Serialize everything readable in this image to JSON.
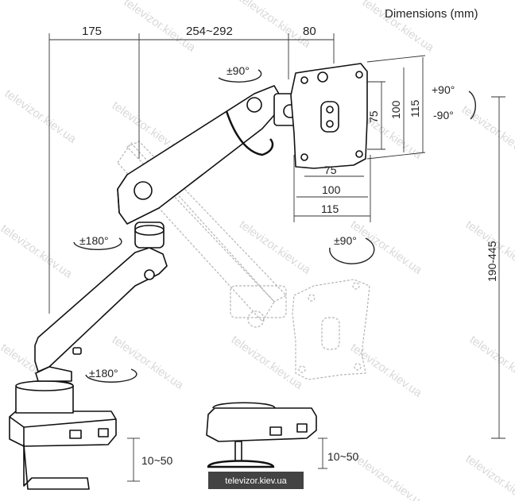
{
  "header": {
    "title": "Dimensions (mm)"
  },
  "top_dims": {
    "d1": "175",
    "d2": "254~292",
    "d3": "80"
  },
  "vesa": {
    "h75": "75",
    "h100": "100",
    "h115": "115",
    "v75": "75",
    "v100": "100",
    "v115": "115"
  },
  "rotations": {
    "tilt_up": "+90°",
    "tilt_down": "-90°",
    "swivel_top": "±90°",
    "rotate_vesa": "±90°",
    "elbow": "±180°",
    "base": "±180°"
  },
  "heights": {
    "range": "190-445",
    "clamp_left": "10~50",
    "clamp_right": "10~50"
  },
  "watermark": "televizor.kiev.ua",
  "footer_badge": "televizor.kiev.ua"
}
